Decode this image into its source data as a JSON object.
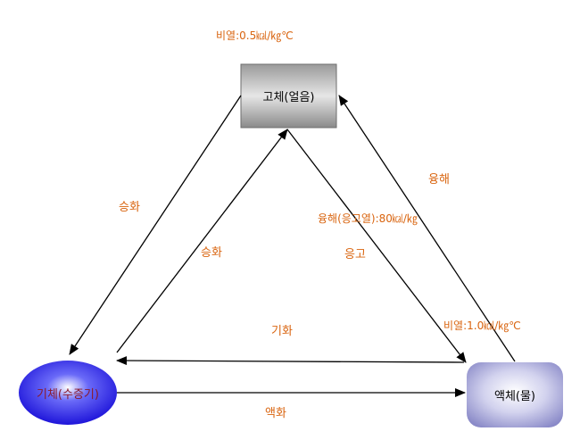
{
  "nodes": {
    "solid": "고체(얼음)",
    "gas": "기체(수증기)",
    "liquid": "액체(물)"
  },
  "labels": {
    "solid_specific_heat": "비열:0.5㎉/㎏℃",
    "liquid_specific_heat": "비열:1.0㎉/㎏℃",
    "sublimation_outer": "승화",
    "sublimation_inner": "승화",
    "melting": "융해",
    "heat_of_fusion": "융해(응고열):80㎉/㎏",
    "freezing": "응고",
    "vaporization": "기화",
    "liquefaction": "액화"
  },
  "colors": {
    "label": "#d9640f",
    "gas_node": "#1a10d8",
    "gas_text": "#8a1a2a",
    "liquid_node": "#9a9ad0",
    "solid_node": "#8c8c8c"
  }
}
